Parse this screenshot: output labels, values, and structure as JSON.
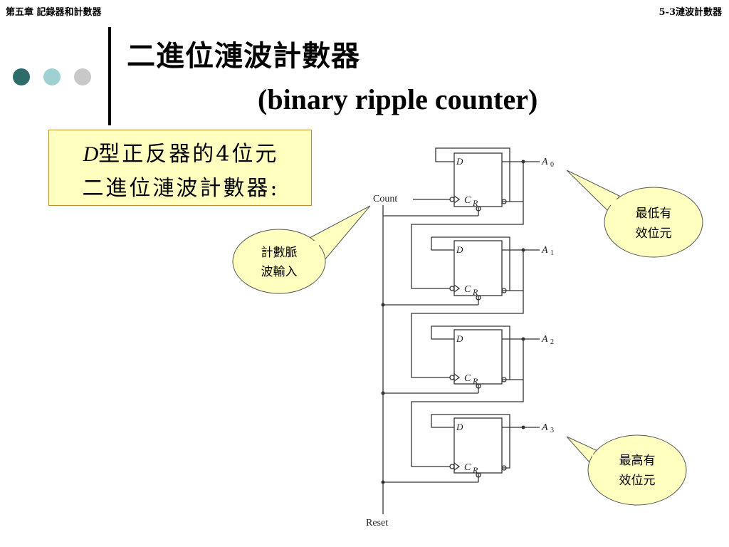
{
  "header": {
    "chapter": "第五章 記錄器和計數器",
    "section": "5-3漣波計數器"
  },
  "title": {
    "zh": "二進位漣波計數器",
    "en": "(binary ripple counter)"
  },
  "description": {
    "line1_letter": "D",
    "line1_rest": "型正反器的4位元",
    "line2": "二進位漣波計數器:"
  },
  "decor_dots": [
    "#2e6b6b",
    "#9fd0d4",
    "#c8c8c8"
  ],
  "circuit": {
    "input_label": "Count",
    "reset_label": "Reset",
    "flipflop_d": "D",
    "flipflop_c": "C",
    "flipflop_r": "R",
    "outputs": [
      {
        "name": "A",
        "sub": "0"
      },
      {
        "name": "A",
        "sub": "1"
      },
      {
        "name": "A",
        "sub": "2"
      },
      {
        "name": "A",
        "sub": "3"
      }
    ]
  },
  "callouts": {
    "count_input": [
      "計數脈",
      "波輸入"
    ],
    "lsb": [
      "最低有",
      "效位元"
    ],
    "msb": [
      "最高有",
      "效位元"
    ],
    "fill": "#ffffc0"
  }
}
